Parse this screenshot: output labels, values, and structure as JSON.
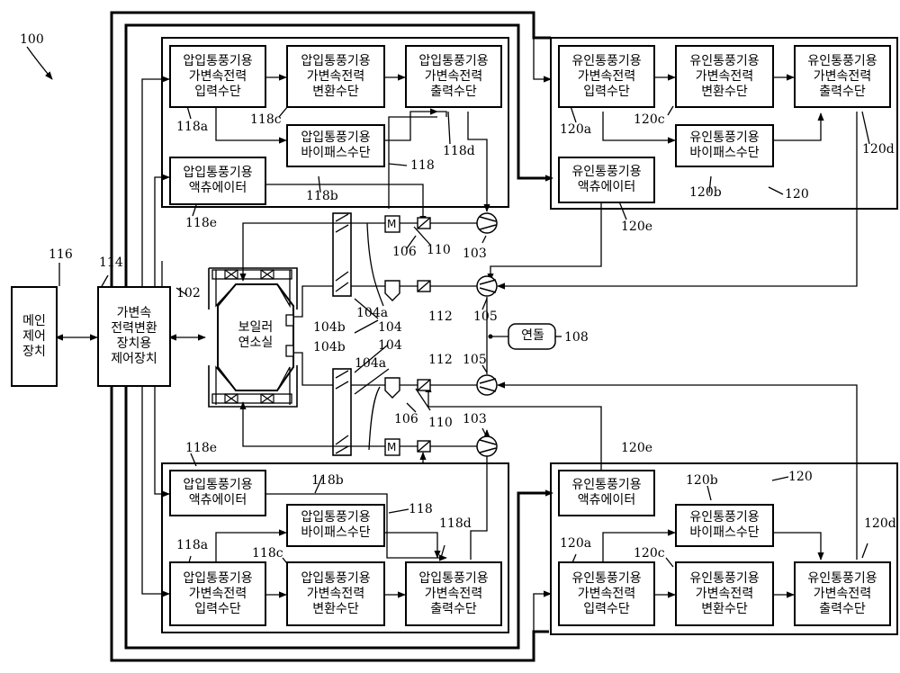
{
  "figure_number": "100",
  "main_controller": {
    "label": "메인\n제어\n장치",
    "ref": "116"
  },
  "vsd_controller": {
    "label": "가변속\n전력변환\n장치용\n제어장치",
    "ref": "114"
  },
  "boiler": {
    "label": "보일러\n연소실",
    "ref": "102"
  },
  "stack": {
    "label": "연돌",
    "ref": "108"
  },
  "fd_group": {
    "ref": "118",
    "input": {
      "label": "압입통풍기용\n가변속전력\n입력수단",
      "ref": "118a"
    },
    "bypass": {
      "label": "압입통풍기용\n바이패스수단",
      "ref": "118b"
    },
    "convert": {
      "label": "압입통풍기용\n가변속전력\n변환수단",
      "ref": "118c"
    },
    "output": {
      "label": "압입통풍기용\n가변속전력\n출력수단",
      "ref": "118d"
    },
    "actuator": {
      "label": "압입통풍기용\n액츄에이터",
      "ref": "118e"
    }
  },
  "id_group": {
    "ref": "120",
    "input": {
      "label": "유인통풍기용\n가변속전력\n입력수단",
      "ref": "120a"
    },
    "bypass": {
      "label": "유인통풍기용\n바이패스수단",
      "ref": "120b"
    },
    "convert": {
      "label": "유인통풍기용\n가변속전력\n변환수단",
      "ref": "120c"
    },
    "output": {
      "label": "유인통풍기용\n가변속전력\n출력수단",
      "ref": "120d"
    },
    "actuator": {
      "label": "유인통풍기용\n액츄에이터",
      "ref": "120e"
    }
  },
  "components": {
    "fd_fan": "103",
    "id_fan": "105",
    "preheater": "104",
    "preheater_a": "104a",
    "preheater_b": "104b",
    "damper_ref": "106",
    "fd_damper": "110",
    "id_damper": "112",
    "motor_symbol": "M"
  }
}
